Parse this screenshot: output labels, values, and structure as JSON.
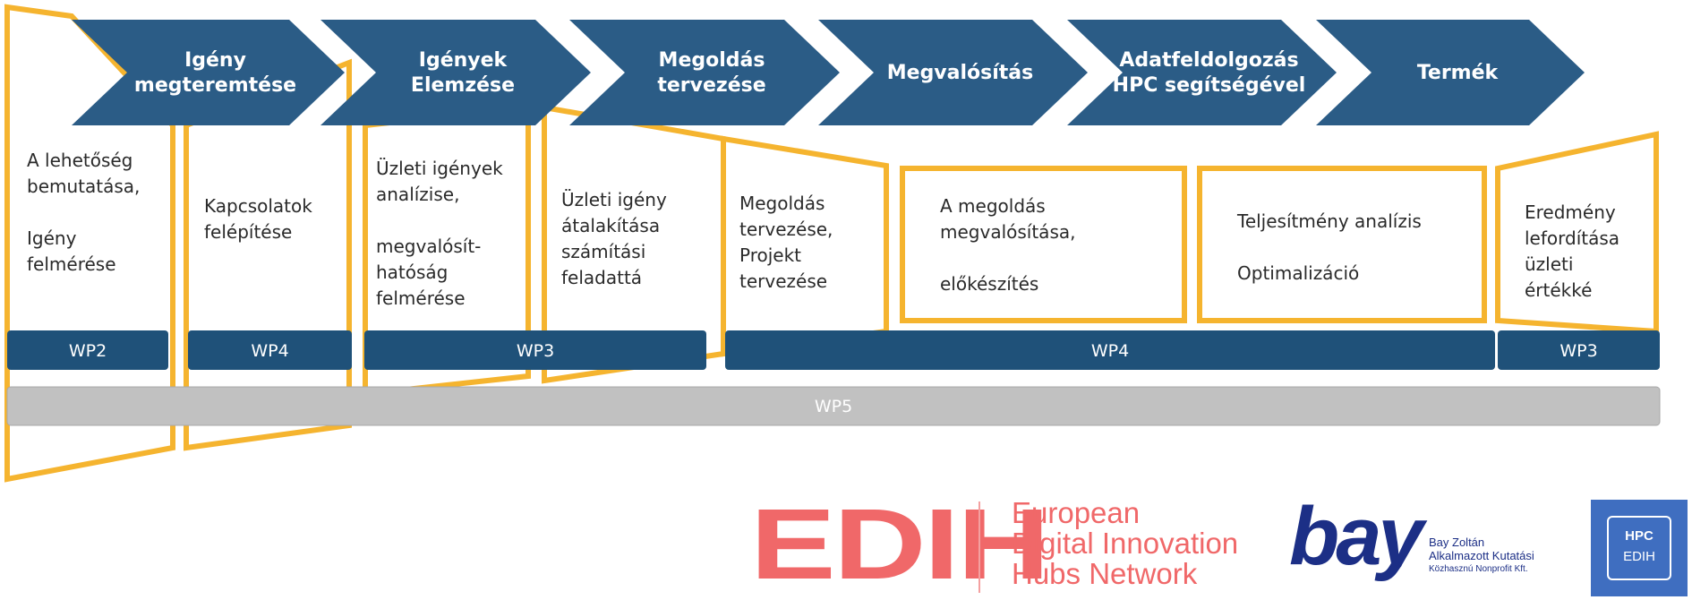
{
  "colors": {
    "chevron": "#2b5c86",
    "wp_bar": "#1f5179",
    "funnel_outline": "#f5b42f",
    "wp5_bar": "#c1c1c1",
    "edih": "#f06869",
    "bay": "#1c2f86",
    "hpc": "#3f6ec0"
  },
  "phases": [
    {
      "lines": [
        "Igény",
        "megteremtése"
      ]
    },
    {
      "lines": [
        "Igények",
        "Elemzése"
      ]
    },
    {
      "lines": [
        "Megoldás",
        "tervezése"
      ]
    },
    {
      "lines": [
        "Megvalósítás"
      ]
    },
    {
      "lines": [
        "Adatfeldolgozás",
        "HPC segítségével"
      ]
    },
    {
      "lines": [
        "Termék"
      ]
    }
  ],
  "boxes": [
    {
      "lines": [
        "A lehetőség",
        "bemutatása,",
        "",
        "Igény",
        "felmérése"
      ]
    },
    {
      "lines": [
        "Kapcsolatok",
        "felépítése"
      ]
    },
    {
      "lines": [
        "Üzleti igények",
        "analízise,",
        "",
        "megvalósít-",
        "hatóság",
        "felmérése"
      ]
    },
    {
      "lines": [
        "Üzleti igény",
        "átalakítása",
        "számítási",
        "feladattá"
      ]
    },
    {
      "lines": [
        "Megoldás",
        "tervezése,",
        "Projekt",
        "tervezése"
      ]
    },
    {
      "lines": [
        "A megoldás",
        "megvalósítása,",
        "",
        "előkészítés"
      ]
    },
    {
      "lines": [
        "Teljesítmény analízis",
        "",
        "Optimalizáció"
      ]
    },
    {
      "lines": [
        "Eredmény",
        "lefordítása",
        "üzleti",
        "értékké"
      ]
    }
  ],
  "work_packages": [
    "WP2",
    "WP4",
    "WP3",
    "WP4",
    "WP3"
  ],
  "wp5": "WP5",
  "logos": {
    "edih_word": "EDIH",
    "edih_sub": [
      "European",
      "Digital Innovation",
      "Hubs Network"
    ],
    "bay_word": "bay",
    "bay_reg": "®",
    "bay_sub": [
      "Bay Zoltán",
      "Alkalmazott Kutatási",
      "Közhasznú Nonprofit Kft."
    ],
    "hpc_lines": [
      "HPC",
      "EDIH"
    ]
  }
}
